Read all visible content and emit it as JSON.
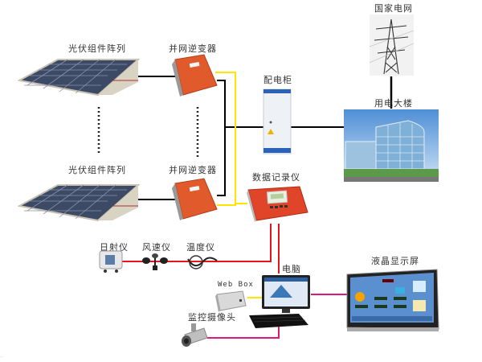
{
  "diagram": {
    "title": "光伏并网发电监控系统",
    "nodes": {
      "pv_array_top": {
        "label": "光伏组件阵列"
      },
      "pv_array_bottom": {
        "label": "光伏组件阵列"
      },
      "inverter_top": {
        "label": "并网逆变器"
      },
      "inverter_bottom": {
        "label": "并网逆变器"
      },
      "distribution_cabinet": {
        "label": "配电柜"
      },
      "state_grid": {
        "label": "国家电网"
      },
      "office_building": {
        "label": "用电大楼"
      },
      "data_logger": {
        "label": "数据记录仪"
      },
      "irradiance_meter": {
        "label": "日射仪"
      },
      "anemometer": {
        "label": "风速仪"
      },
      "temperature_sensor": {
        "label": "温度仪"
      },
      "computer": {
        "label": "电脑"
      },
      "web_box": {
        "label": "Web Box"
      },
      "surveillance_camera": {
        "label": "监控摄像头"
      },
      "lcd_display": {
        "label": "液晶显示屏"
      }
    },
    "colors": {
      "power_line": "#000000",
      "comm_line": "#ffe600",
      "sensor_line": "#e8141c",
      "display_line": "#e0187a",
      "inverter": "#e05a2b",
      "panel": "#3c4a66"
    },
    "footer_text": "...."
  }
}
